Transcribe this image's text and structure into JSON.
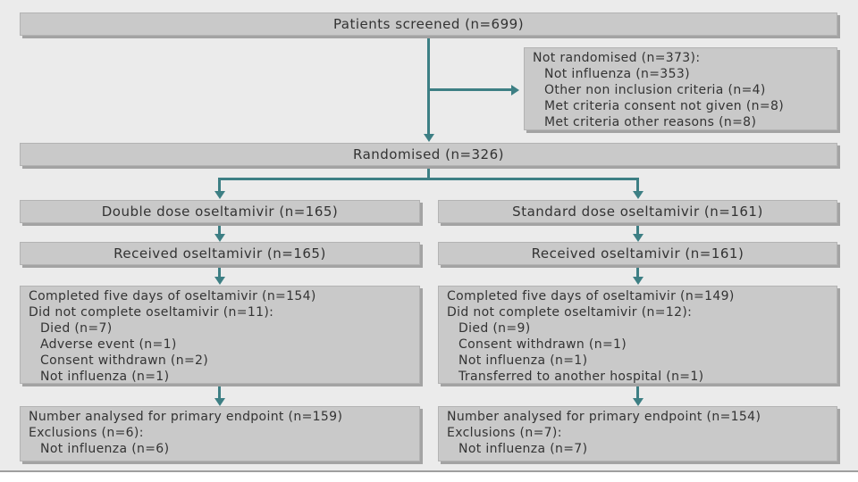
{
  "colors": {
    "background": "#ebebeb",
    "box_fill": "#c9c9c9",
    "box_border": "#b3b3b3",
    "box_shadow": "#a3a3a3",
    "text": "#333333",
    "arrow": "#3d7f84",
    "frame_bottom": "#9f9f9f",
    "page": "#ffffff"
  },
  "flowchart": {
    "screened": {
      "label": "Patients screened (n=699)"
    },
    "not_randomised": {
      "title": "Not randomised (n=373):",
      "items": [
        "Not influenza (n=353)",
        "Other non inclusion criteria (n=4)",
        "Met criteria consent not given (n=8)",
        "Met criteria other reasons (n=8)"
      ]
    },
    "randomised": {
      "label": "Randomised (n=326)"
    },
    "left_arm": {
      "allocation": "Double dose oseltamivir (n=165)",
      "received": "Received oseltamivir (n=165)",
      "completion": {
        "completed": "Completed five days of oseltamivir (n=154)",
        "not_completed": "Did not complete oseltamivir (n=11):",
        "reasons": [
          "Died (n=7)",
          "Adverse event (n=1)",
          "Consent withdrawn (n=2)",
          "Not influenza (n=1)"
        ]
      },
      "analysed": {
        "primary": "Number analysed for primary endpoint (n=159)",
        "exclusions": "Exclusions (n=6):",
        "exclusion_reasons": [
          "Not influenza (n=6)"
        ]
      }
    },
    "right_arm": {
      "allocation": "Standard dose oseltamivir (n=161)",
      "received": "Received oseltamivir (n=161)",
      "completion": {
        "completed": "Completed five days of oseltamivir (n=149)",
        "not_completed": "Did not complete oseltamivir (n=12):",
        "reasons": [
          "Died (n=9)",
          "Consent withdrawn (n=1)",
          "Not influenza (n=1)",
          "Transferred to another hospital (n=1)"
        ]
      },
      "analysed": {
        "primary": "Number analysed for primary endpoint (n=154)",
        "exclusions": "Exclusions (n=7):",
        "exclusion_reasons": [
          "Not influenza (n=7)"
        ]
      }
    }
  }
}
